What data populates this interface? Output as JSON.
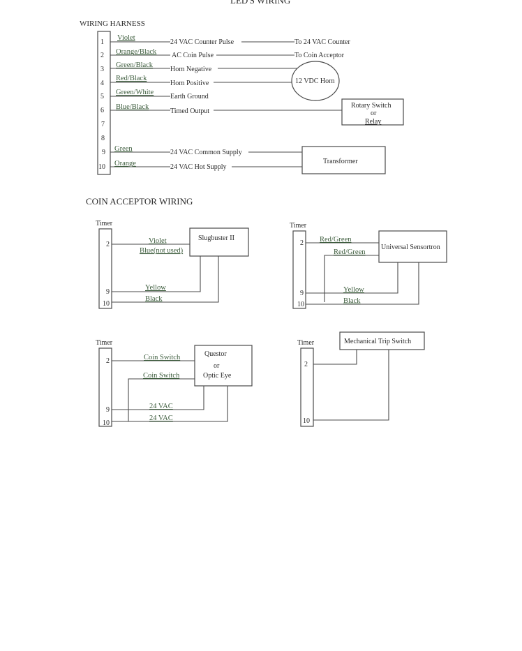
{
  "page": {
    "top_title": "LED'S WIRING",
    "harness_title": "WIRING HARNESS",
    "coin_title": "COIN ACCEPTOR WIRING"
  },
  "harness": {
    "pins": [
      "1",
      "2",
      "3",
      "4",
      "5",
      "6",
      "7",
      "8",
      "9",
      "10"
    ],
    "wires": [
      "Violet",
      "Orange/Black",
      "Green/Black",
      "Red/Black",
      "Green/White",
      "Blue/Black",
      "Green",
      "Orange"
    ],
    "functions": [
      "24 VAC Counter Pulse",
      "AC Coin Pulse",
      "Horn Negative",
      "Horn Positive",
      "Earth Ground",
      "Timed Output",
      "24 VAC Common Supply",
      "24 VAC Hot Supply"
    ],
    "destinations": [
      "To 24 VAC Counter",
      "To Coin Acceptor"
    ],
    "horn_label": "12 VDC Horn",
    "rotary_label": [
      "Rotary Switch",
      "or",
      "Relay"
    ],
    "transformer_label": "Transformer"
  },
  "slugbuster": {
    "timer_label": "Timer",
    "box_label": "Slugbuster II",
    "pins": [
      "2",
      "9",
      "10"
    ],
    "wires": [
      "Violet",
      "Blue(not used)",
      "Yellow",
      "Black"
    ]
  },
  "sensortron": {
    "timer_label": "Timer",
    "box_label": "Universal Sensortron",
    "pins": [
      "2",
      "9",
      "10"
    ],
    "wires": [
      "Red/Green",
      "Red/Green",
      "Yellow",
      "Black"
    ]
  },
  "questor": {
    "timer_label": "Timer",
    "box_label": [
      "Questor",
      "or",
      "Optic Eye"
    ],
    "pins": [
      "2",
      "9",
      "10"
    ],
    "wires": [
      "Coin Switch",
      "Coin Switch",
      "24 VAC",
      "24 VAC"
    ]
  },
  "mechanical": {
    "timer_label": "Timer",
    "box_label": "Mechanical Trip Switch",
    "pins": [
      "2",
      "10"
    ]
  }
}
